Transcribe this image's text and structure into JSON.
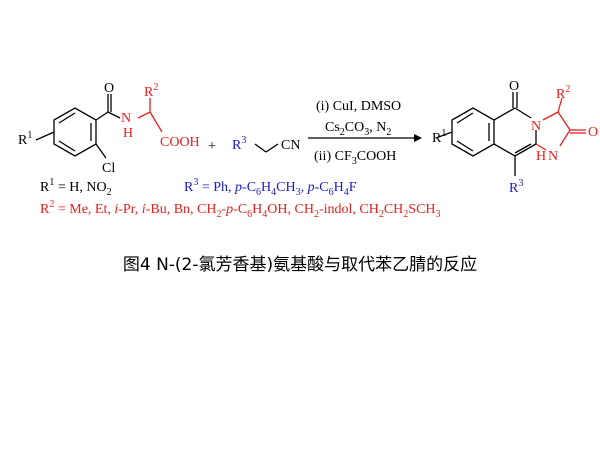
{
  "scheme": {
    "reactant1": {
      "R1": "R",
      "R1_sup": "1",
      "O": "O",
      "NH": "N",
      "NH_H": "H",
      "R2": "R",
      "R2_sup": "2",
      "COOH": "COOH",
      "Cl": "Cl"
    },
    "plus": "+",
    "reactant2": {
      "R3": "R",
      "R3_sup": "3",
      "CN": "CN"
    },
    "conditions": {
      "line1": "(i) CuI, DMSO",
      "line2_parts": [
        "Cs",
        "2",
        "CO",
        "3",
        ", N",
        "2"
      ],
      "line3_parts": [
        "(ii) CF",
        "3",
        "COOH"
      ]
    },
    "product": {
      "R1": "R",
      "R1_sup": "1",
      "O_ring": "O",
      "O_lactam": "O",
      "N_ring": "N",
      "NH": "N",
      "NH_H": "H",
      "R2": "R",
      "R2_sup": "2",
      "R3": "R",
      "R3_sup": "3"
    },
    "substituents": {
      "R1_def": [
        "R",
        "1",
        " = H, NO",
        "2"
      ],
      "R3_def": [
        "R",
        "3",
        " = Ph, ",
        "p",
        "-C",
        "6",
        "H",
        "4",
        "CH",
        "3",
        ", ",
        "p",
        "-C",
        "6",
        "H",
        "4",
        "F"
      ],
      "R2_def": [
        "R",
        "2",
        " = Me, Et, ",
        "i",
        "-Pr, ",
        "i",
        "-Bu, Bn, CH",
        "2",
        "-",
        "p",
        "-C",
        "6",
        "H",
        "4",
        "OH, CH",
        "2",
        "-indol, CH",
        "2",
        "CH",
        "2",
        "SCH",
        "3"
      ]
    },
    "colors": {
      "red": "#e8201e",
      "blue": "#1a1acd",
      "black": "#000000"
    }
  },
  "caption": "图4 N-(2-氯芳香基)氨基酸与取代苯乙腈的反应"
}
